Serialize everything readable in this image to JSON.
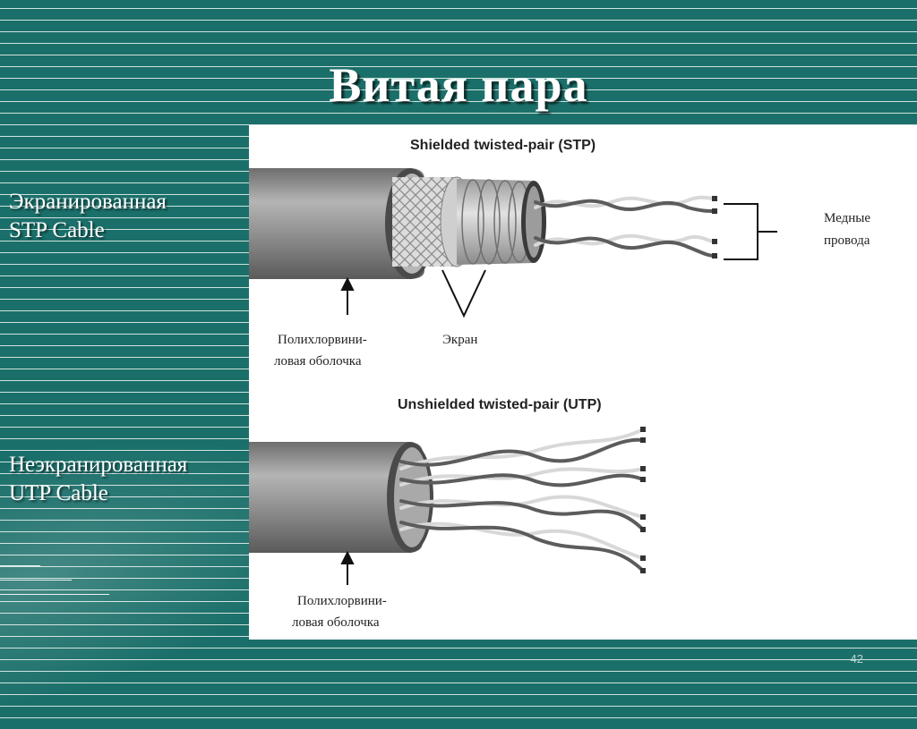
{
  "slide": {
    "title": "Витая пара",
    "page_number": "42"
  },
  "sidebar": {
    "stp_line1": "Экранированная",
    "stp_line2": "STP Cable",
    "utp_line1": "Неэкранированная",
    "utp_line2": "UTP Cable"
  },
  "diagram": {
    "stp_heading": "Shielded twisted-pair (STP)",
    "utp_heading": "Unshielded twisted-pair (UTP)",
    "copper_line1": "Медные",
    "copper_line2": "провода",
    "jacket_line1": "Полихлорвини-",
    "jacket_line2": "ловая оболочка",
    "shield_label": "Экран",
    "utp_jacket_line1": "Полихлорвини-",
    "utp_jacket_line2": "ловая оболочка"
  },
  "colors": {
    "background": "#1b6f6a",
    "stripe": "#cfe3df",
    "jacket": "#8d8d8d"
  }
}
